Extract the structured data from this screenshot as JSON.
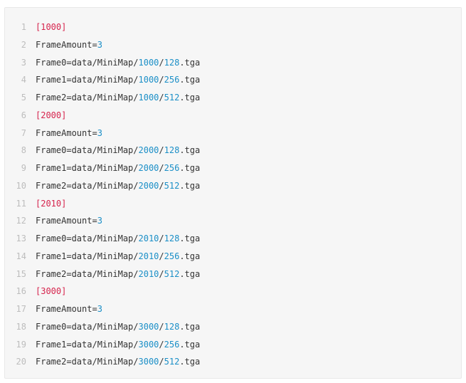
{
  "lines": [
    {
      "n": "1",
      "segs": [
        {
          "t": "[1000]",
          "c": "sec"
        }
      ]
    },
    {
      "n": "2",
      "segs": [
        {
          "t": "FrameAmount=",
          "c": "txt"
        },
        {
          "t": "3",
          "c": "num"
        }
      ]
    },
    {
      "n": "3",
      "segs": [
        {
          "t": "Frame0=data/MiniMap/",
          "c": "txt"
        },
        {
          "t": "1000",
          "c": "num"
        },
        {
          "t": "/",
          "c": "txt"
        },
        {
          "t": "128",
          "c": "num"
        },
        {
          "t": ".tga",
          "c": "txt"
        }
      ]
    },
    {
      "n": "4",
      "segs": [
        {
          "t": "Frame1=data/MiniMap/",
          "c": "txt"
        },
        {
          "t": "1000",
          "c": "num"
        },
        {
          "t": "/",
          "c": "txt"
        },
        {
          "t": "256",
          "c": "num"
        },
        {
          "t": ".tga",
          "c": "txt"
        }
      ]
    },
    {
      "n": "5",
      "segs": [
        {
          "t": "Frame2=data/MiniMap/",
          "c": "txt"
        },
        {
          "t": "1000",
          "c": "num"
        },
        {
          "t": "/",
          "c": "txt"
        },
        {
          "t": "512",
          "c": "num"
        },
        {
          "t": ".tga",
          "c": "txt"
        }
      ]
    },
    {
      "n": "6",
      "segs": [
        {
          "t": "[2000]",
          "c": "sec"
        }
      ]
    },
    {
      "n": "7",
      "segs": [
        {
          "t": "FrameAmount=",
          "c": "txt"
        },
        {
          "t": "3",
          "c": "num"
        }
      ]
    },
    {
      "n": "8",
      "segs": [
        {
          "t": "Frame0=data/MiniMap/",
          "c": "txt"
        },
        {
          "t": "2000",
          "c": "num"
        },
        {
          "t": "/",
          "c": "txt"
        },
        {
          "t": "128",
          "c": "num"
        },
        {
          "t": ".tga",
          "c": "txt"
        }
      ]
    },
    {
      "n": "9",
      "segs": [
        {
          "t": "Frame1=data/MiniMap/",
          "c": "txt"
        },
        {
          "t": "2000",
          "c": "num"
        },
        {
          "t": "/",
          "c": "txt"
        },
        {
          "t": "256",
          "c": "num"
        },
        {
          "t": ".tga",
          "c": "txt"
        }
      ]
    },
    {
      "n": "10",
      "segs": [
        {
          "t": "Frame2=data/MiniMap/",
          "c": "txt"
        },
        {
          "t": "2000",
          "c": "num"
        },
        {
          "t": "/",
          "c": "txt"
        },
        {
          "t": "512",
          "c": "num"
        },
        {
          "t": ".tga",
          "c": "txt"
        }
      ]
    },
    {
      "n": "11",
      "segs": [
        {
          "t": "[2010]",
          "c": "sec"
        }
      ]
    },
    {
      "n": "12",
      "segs": [
        {
          "t": "FrameAmount=",
          "c": "txt"
        },
        {
          "t": "3",
          "c": "num"
        }
      ]
    },
    {
      "n": "13",
      "segs": [
        {
          "t": "Frame0=data/MiniMap/",
          "c": "txt"
        },
        {
          "t": "2010",
          "c": "num"
        },
        {
          "t": "/",
          "c": "txt"
        },
        {
          "t": "128",
          "c": "num"
        },
        {
          "t": ".tga",
          "c": "txt"
        }
      ]
    },
    {
      "n": "14",
      "segs": [
        {
          "t": "Frame1=data/MiniMap/",
          "c": "txt"
        },
        {
          "t": "2010",
          "c": "num"
        },
        {
          "t": "/",
          "c": "txt"
        },
        {
          "t": "256",
          "c": "num"
        },
        {
          "t": ".tga",
          "c": "txt"
        }
      ]
    },
    {
      "n": "15",
      "segs": [
        {
          "t": "Frame2=data/MiniMap/",
          "c": "txt"
        },
        {
          "t": "2010",
          "c": "num"
        },
        {
          "t": "/",
          "c": "txt"
        },
        {
          "t": "512",
          "c": "num"
        },
        {
          "t": ".tga",
          "c": "txt"
        }
      ]
    },
    {
      "n": "16",
      "segs": [
        {
          "t": "[3000]",
          "c": "sec"
        }
      ]
    },
    {
      "n": "17",
      "segs": [
        {
          "t": "FrameAmount=",
          "c": "txt"
        },
        {
          "t": "3",
          "c": "num"
        }
      ]
    },
    {
      "n": "18",
      "segs": [
        {
          "t": "Frame0=data/MiniMap/",
          "c": "txt"
        },
        {
          "t": "3000",
          "c": "num"
        },
        {
          "t": "/",
          "c": "txt"
        },
        {
          "t": "128",
          "c": "num"
        },
        {
          "t": ".tga",
          "c": "txt"
        }
      ]
    },
    {
      "n": "19",
      "segs": [
        {
          "t": "Frame1=data/MiniMap/",
          "c": "txt"
        },
        {
          "t": "3000",
          "c": "num"
        },
        {
          "t": "/",
          "c": "txt"
        },
        {
          "t": "256",
          "c": "num"
        },
        {
          "t": ".tga",
          "c": "txt"
        }
      ]
    },
    {
      "n": "20",
      "segs": [
        {
          "t": "Frame2=data/MiniMap/",
          "c": "txt"
        },
        {
          "t": "3000",
          "c": "num"
        },
        {
          "t": "/",
          "c": "txt"
        },
        {
          "t": "512",
          "c": "num"
        },
        {
          "t": ".tga",
          "c": "txt"
        }
      ]
    }
  ],
  "colors": {
    "section": "#d6244d",
    "number": "#1b8fc7",
    "text": "#333333",
    "line_number": "#bdbdbd",
    "background": "#f6f6f6"
  }
}
